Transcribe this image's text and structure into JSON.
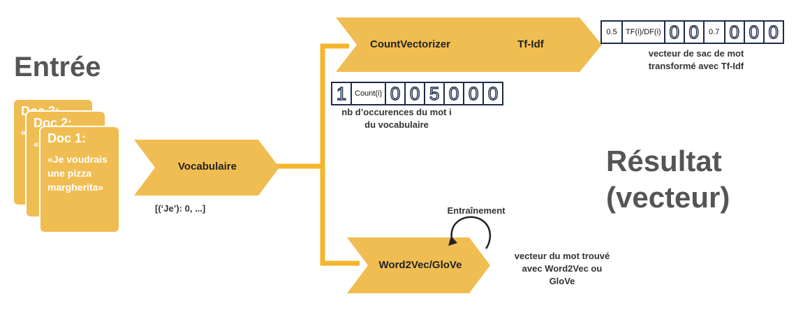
{
  "titles": {
    "input": "Entrée",
    "result_line1": "Résultat",
    "result_line2": "(vecteur)"
  },
  "documents": [
    {
      "title": "Doc 3:",
      "text": "«"
    },
    {
      "title": "Doc 2:",
      "text": "«"
    },
    {
      "title": "Doc 1:",
      "text": "«Je voudrais une pizza margherita»"
    }
  ],
  "steps": {
    "vocabulaire": "Vocabulaire",
    "countvectorizer": "CountVectorizer",
    "tfidf": "Tf-Idf",
    "word2vec": "Word2Vec/GloVe"
  },
  "captions": {
    "vocab": "[(‘Je’): 0, ...]",
    "count_line1": "nb  d’occurences du mot i",
    "count_line2": "du vocabulaire",
    "tfidf_line1": "vecteur de sac de mot",
    "tfidf_line2": "transformé avec Tf-Idf",
    "training": "Entraînement",
    "w2v_line1": "vecteur du mot trouvé",
    "w2v_line2": "avec Word2Vec ou",
    "w2v_line3": "GloVe"
  },
  "count_vector": [
    "1",
    "Count(i)",
    "0",
    "0",
    "5",
    "0",
    "0",
    "0"
  ],
  "tfidf_vector": [
    "0.5",
    "TF(i)/DF(i)",
    "0",
    "0",
    "0.7",
    "0",
    "0",
    "0"
  ],
  "colors": {
    "chevron": "#f0bd52",
    "connector": "#f5b52c",
    "title_gray": "#555555",
    "vector_border": "#1c2b4a"
  }
}
